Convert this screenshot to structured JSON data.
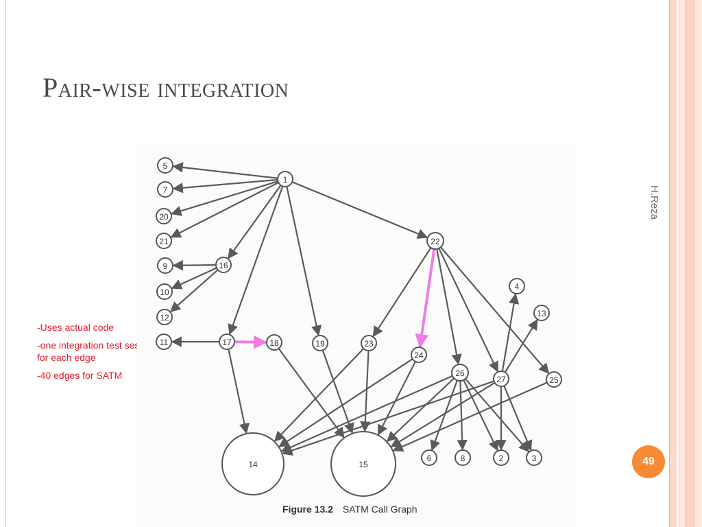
{
  "slide": {
    "title": "Pair-wise integration",
    "author": "H.Reza",
    "page_number": "49",
    "notes": [
      "-Uses actual code",
      "-one integration test session for each edge",
      "-40 edges for SATM"
    ]
  },
  "figure": {
    "caption_label": "Figure 13.2",
    "caption_text": "SATM Call Graph",
    "nodes": [
      {
        "id": "1",
        "label": "1"
      },
      {
        "id": "5",
        "label": "5"
      },
      {
        "id": "7",
        "label": "7"
      },
      {
        "id": "20",
        "label": "20"
      },
      {
        "id": "21",
        "label": "21"
      },
      {
        "id": "9",
        "label": "9"
      },
      {
        "id": "10",
        "label": "10"
      },
      {
        "id": "12",
        "label": "12"
      },
      {
        "id": "11",
        "label": "11"
      },
      {
        "id": "16",
        "label": "16"
      },
      {
        "id": "17",
        "label": "17"
      },
      {
        "id": "18",
        "label": "18"
      },
      {
        "id": "19",
        "label": "19"
      },
      {
        "id": "22",
        "label": "22"
      },
      {
        "id": "23",
        "label": "23"
      },
      {
        "id": "24",
        "label": "24"
      },
      {
        "id": "4",
        "label": "4"
      },
      {
        "id": "13",
        "label": "13"
      },
      {
        "id": "26",
        "label": "26"
      },
      {
        "id": "27",
        "label": "27"
      },
      {
        "id": "25",
        "label": "25"
      },
      {
        "id": "14",
        "label": "14"
      },
      {
        "id": "15",
        "label": "15"
      },
      {
        "id": "6",
        "label": "6"
      },
      {
        "id": "8",
        "label": "8"
      },
      {
        "id": "2",
        "label": "2"
      },
      {
        "id": "3",
        "label": "3"
      }
    ],
    "edges": [
      [
        "1",
        "5"
      ],
      [
        "1",
        "7"
      ],
      [
        "1",
        "20"
      ],
      [
        "1",
        "21"
      ],
      [
        "1",
        "16"
      ],
      [
        "1",
        "17"
      ],
      [
        "1",
        "19"
      ],
      [
        "1",
        "22"
      ],
      [
        "16",
        "9"
      ],
      [
        "16",
        "10"
      ],
      [
        "16",
        "12"
      ],
      [
        "17",
        "11"
      ],
      [
        "17",
        "18"
      ],
      [
        "17",
        "14"
      ],
      [
        "18",
        "15"
      ],
      [
        "19",
        "15"
      ],
      [
        "23",
        "14"
      ],
      [
        "23",
        "15"
      ],
      [
        "24",
        "14"
      ],
      [
        "24",
        "15"
      ],
      [
        "22",
        "23"
      ],
      [
        "22",
        "24"
      ],
      [
        "22",
        "26"
      ],
      [
        "22",
        "27"
      ],
      [
        "22",
        "25"
      ],
      [
        "26",
        "14"
      ],
      [
        "26",
        "15"
      ],
      [
        "26",
        "6"
      ],
      [
        "26",
        "8"
      ],
      [
        "26",
        "2"
      ],
      [
        "26",
        "3"
      ],
      [
        "27",
        "4"
      ],
      [
        "27",
        "13"
      ],
      [
        "27",
        "14"
      ],
      [
        "27",
        "15"
      ],
      [
        "27",
        "2"
      ],
      [
        "27",
        "3"
      ],
      [
        "25",
        "15"
      ]
    ],
    "highlighted_edges": [
      [
        "17",
        "18"
      ],
      [
        "22",
        "24"
      ]
    ]
  }
}
